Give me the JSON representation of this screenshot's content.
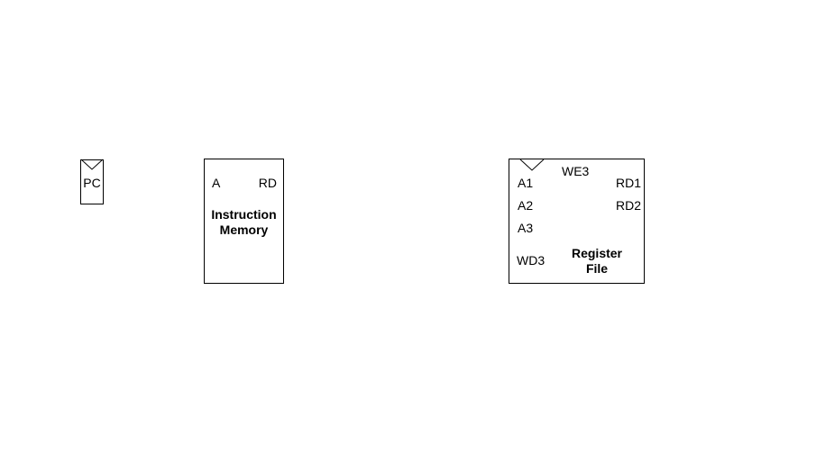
{
  "pc": {
    "label": "PC"
  },
  "instruction_memory": {
    "port_a": "A",
    "port_rd": "RD",
    "title_line1": "Instruction",
    "title_line2": "Memory"
  },
  "register_file": {
    "we3": "WE3",
    "a1": "A1",
    "a2": "A2",
    "a3": "A3",
    "wd3": "WD3",
    "rd1": "RD1",
    "rd2": "RD2",
    "title_line1": "Register",
    "title_line2": "File"
  }
}
